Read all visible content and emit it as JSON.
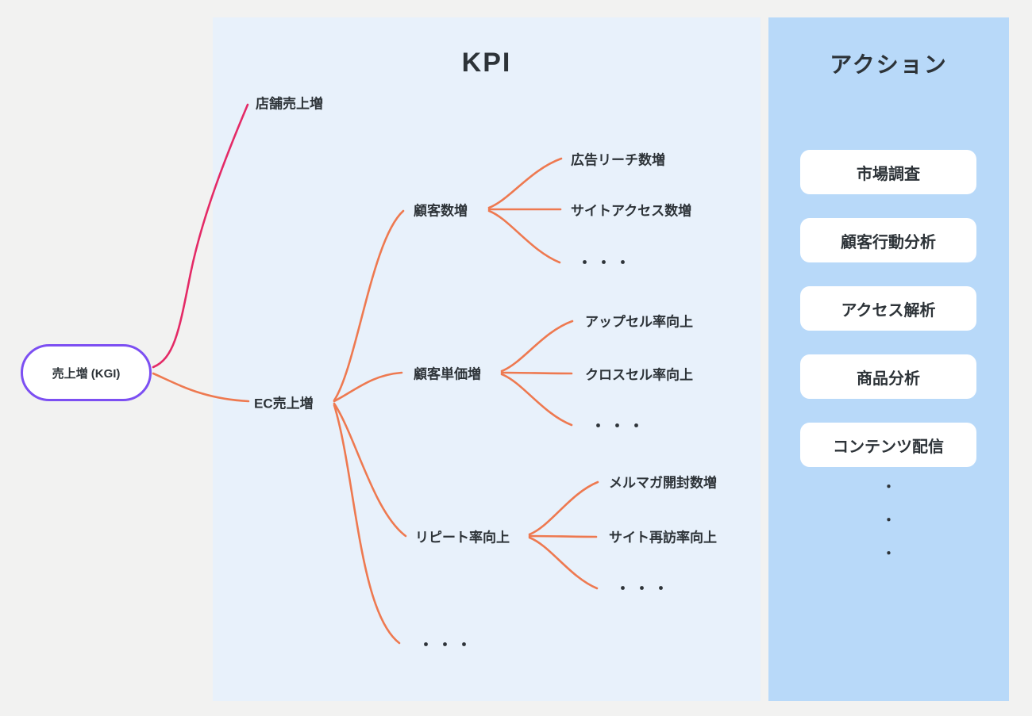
{
  "colors": {
    "background": "#f2f2f1",
    "kpi_panel_bg": "#e8f1fb",
    "action_panel_bg": "#b8d9f9",
    "root_border": "#7c4ff2",
    "edge_pink": "#e42a66",
    "edge_orange": "#ee7950",
    "text": "#2d3338"
  },
  "root": {
    "label": "売上増 (KGI)"
  },
  "tree": {
    "store": {
      "label": "店舗売上増"
    },
    "ec": {
      "label": "EC売上増",
      "more": "・・・",
      "children": {
        "customers": {
          "label": "顧客数増",
          "children": {
            "ad_reach": "広告リーチ数増",
            "site_access": "サイトアクセス数増",
            "more": "・・・"
          }
        },
        "unit_price": {
          "label": "顧客単価増",
          "children": {
            "upsell": "アップセル率向上",
            "cross_sell": "クロスセル率向上",
            "more": "・・・"
          }
        },
        "repeat": {
          "label": "リピート率向上",
          "children": {
            "newsletter": "メルマガ開封数増",
            "revisit": "サイト再訪率向上",
            "more": "・・・"
          }
        }
      }
    }
  },
  "kpi_panel": {
    "title": "KPI"
  },
  "action_panel": {
    "title": "アクション",
    "items": [
      "市場調査",
      "顧客行動分析",
      "アクセス解析",
      "商品分析",
      "コンテンツ配信"
    ],
    "more_dots": [
      "・",
      "・",
      "・"
    ]
  }
}
